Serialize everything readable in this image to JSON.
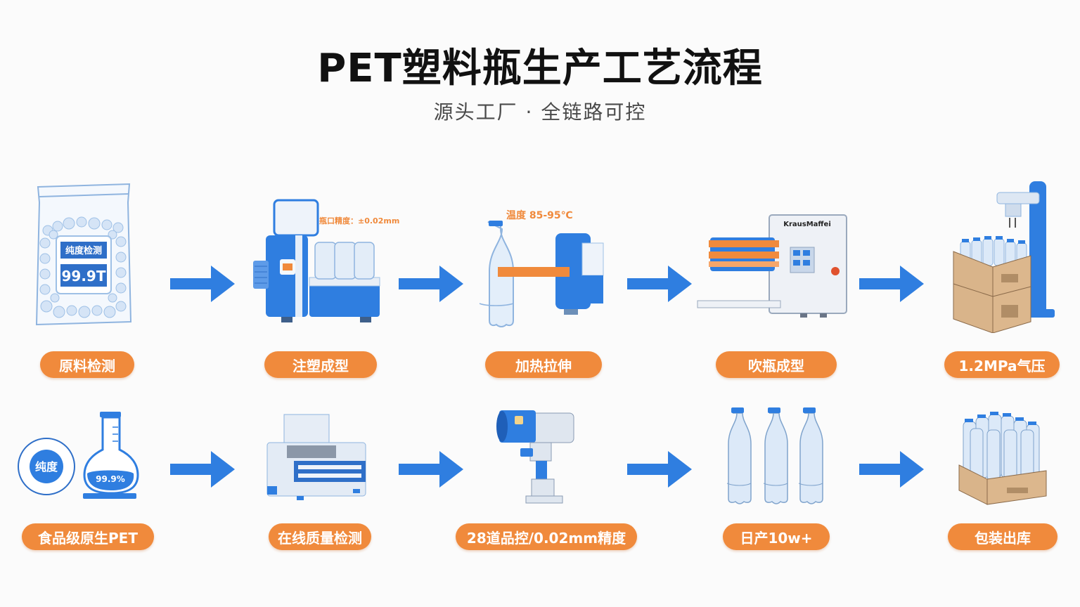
{
  "header": {
    "title": "PET塑料瓶生产工艺流程",
    "subtitle": "源头工厂 · 全链路可控"
  },
  "colors": {
    "accent_orange": "#f08a3c",
    "accent_blue": "#2f7ee0",
    "light_blue": "#dce9f8",
    "cardboard": "#d9b48a",
    "background": "#fbfbfb"
  },
  "row1": {
    "steps": [
      {
        "label": "原料检测",
        "icon": "pellet-bag-icon"
      },
      {
        "label": "注塑成型",
        "icon": "injection-molding-machine-icon"
      },
      {
        "label": "加热拉伸",
        "icon": "heating-stretch-icon"
      },
      {
        "label": "吹瓶成型",
        "icon": "blow-molding-machine-icon"
      },
      {
        "label": "1.2MPa气压",
        "icon": "filling-machine-box-icon"
      }
    ],
    "bag_label_top": "纯度检测",
    "bag_label_value": "99.9T",
    "injection_annotation": "瓶口精度：±0.02mm",
    "heating_annotation": "温度 85-95℃",
    "machine_brand": "KrausMaffei"
  },
  "row2": {
    "steps": [
      {
        "label": "食品级原生PET",
        "icon": "purity-flask-icon"
      },
      {
        "label": "在线质量检测",
        "icon": "inspection-machine-icon"
      },
      {
        "label": "28道品控/0.02mm精度",
        "icon": "vision-camera-icon"
      },
      {
        "label": "日产10w+",
        "icon": "bottles-icon"
      },
      {
        "label": "包装出库",
        "icon": "packed-box-icon"
      }
    ],
    "purity_badge": "纯度",
    "flask_value": "99.9%"
  }
}
